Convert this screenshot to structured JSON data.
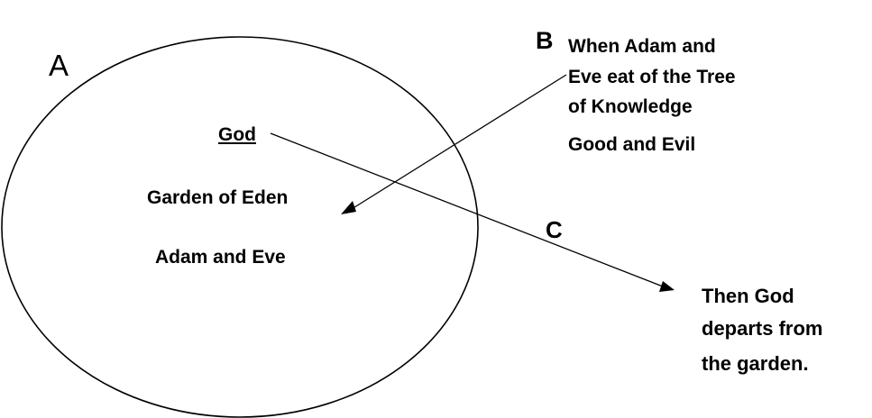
{
  "labels": {
    "a": "A",
    "b": "B",
    "c": "C"
  },
  "center": {
    "god": "God",
    "garden": "Garden of Eden",
    "adam_eve": "Adam and Eve"
  },
  "event_b": {
    "lines": [
      "When Adam and",
      "Eve eat of the Tree",
      "of Knowledge",
      "Good and Evil"
    ]
  },
  "event_c": {
    "lines": [
      "Then God",
      "departs from",
      "the garden."
    ]
  },
  "colors": {
    "stroke": "#000000",
    "text": "#000000",
    "background": "#ffffff"
  }
}
